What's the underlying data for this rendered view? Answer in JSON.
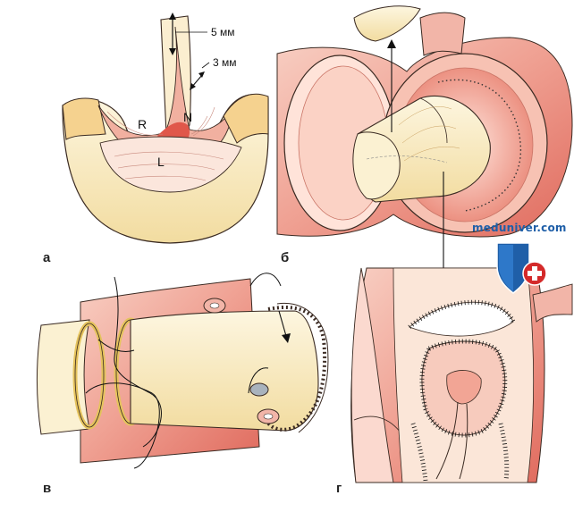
{
  "panels": {
    "a": {
      "letter": "а",
      "measure_top": "5 мм",
      "measure_side": "3 мм",
      "leaflet_r": "R",
      "leaflet_n": "N",
      "leaflet_l": "L"
    },
    "b": {
      "letter": "б"
    },
    "c": {
      "letter": "в"
    },
    "d": {
      "letter": "г"
    }
  },
  "watermark": {
    "text": "meduniver.com",
    "icon": "shield-cross-icon"
  },
  "colors": {
    "tissue": "#f2b5a8",
    "tissue_dark": "#d9534f",
    "graft": "#f7e7b6",
    "graft_light": "#fbf1d2",
    "outline": "#3a2a22",
    "watermark_blue": "#1f5fa8",
    "watermark_red": "#d42a2a"
  }
}
